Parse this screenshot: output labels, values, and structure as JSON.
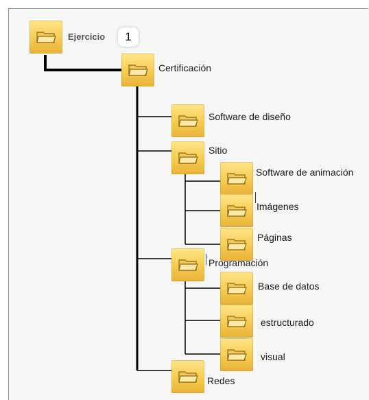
{
  "badge": "1",
  "tree": {
    "root": "Ejercicio",
    "certificacion": "Certificación",
    "software_diseno": "Software de diseño",
    "sitio": "Sitio",
    "software_animacion": "Software de animación",
    "imagenes": "Imágenes",
    "paginas": "Páginas",
    "programacion": "Programación",
    "base_datos": "Base de datos",
    "estructurado": "estructurado",
    "visual": "visual",
    "redes": "Redes"
  },
  "icon": "folder-icon",
  "colors": {
    "folder": "#f5c94c",
    "connector": "#000000"
  }
}
